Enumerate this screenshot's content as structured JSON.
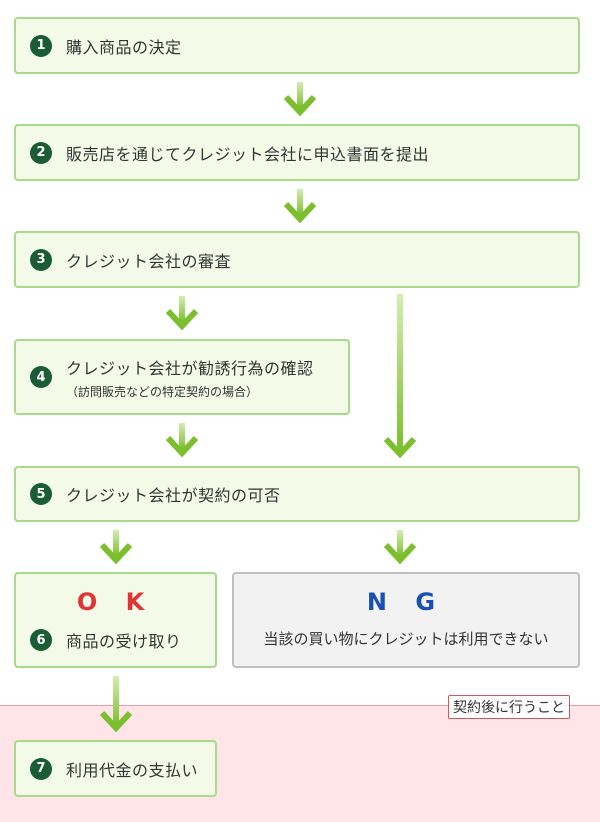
{
  "steps": [
    {
      "num": "1",
      "label": "購入商品の決定"
    },
    {
      "num": "2",
      "label": "販売店を通じてクレジット会社に申込書面を提出"
    },
    {
      "num": "3",
      "label": "クレジット会社の審査"
    },
    {
      "num": "4",
      "label": "クレジット会社が勧誘行為の確認",
      "sub": "（訪問販売などの特定契約の場合）"
    },
    {
      "num": "5",
      "label": "クレジット会社が契約の可否"
    },
    {
      "num": "6",
      "label": "商品の受け取り"
    },
    {
      "num": "7",
      "label": "利用代金の支払い"
    }
  ],
  "ok": {
    "mark": "O K",
    "color": "#e03535"
  },
  "ng": {
    "mark": "N G",
    "color": "#1a4fb5",
    "label": "当該の買い物にクレジットは利用できない"
  },
  "after_contract": {
    "label": "契約後に行うこと"
  },
  "colors": {
    "step_fill": "#f3fbe8",
    "step_border": "#a9d98a",
    "arrow": "#8cc63f",
    "number_badge": "#1a5c34"
  }
}
